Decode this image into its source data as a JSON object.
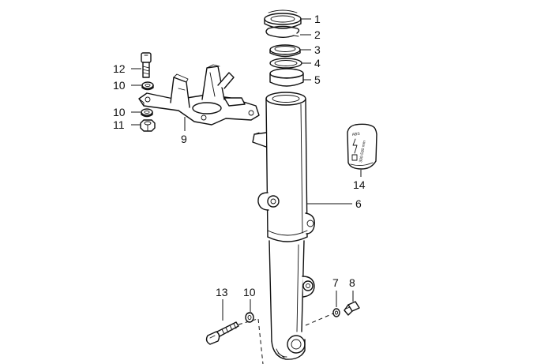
{
  "callouts": [
    {
      "id": "1",
      "label": "1"
    },
    {
      "id": "2",
      "label": "2"
    },
    {
      "id": "3",
      "label": "3"
    },
    {
      "id": "4",
      "label": "4"
    },
    {
      "id": "5",
      "label": "5"
    },
    {
      "id": "6",
      "label": "6"
    },
    {
      "id": "7",
      "label": "7"
    },
    {
      "id": "8",
      "label": "8"
    },
    {
      "id": "9",
      "label": "9"
    },
    {
      "id": "10a",
      "label": "10"
    },
    {
      "id": "10b",
      "label": "10"
    },
    {
      "id": "10c",
      "label": "10"
    },
    {
      "id": "11",
      "label": "11"
    },
    {
      "id": "12",
      "label": "12"
    },
    {
      "id": "13",
      "label": "13"
    },
    {
      "id": "14",
      "label": "14"
    }
  ],
  "oil_bottle": {
    "brand": "ABS",
    "volume": "300-530 mm"
  },
  "colors": {
    "line": "#111111",
    "background": "#ffffff",
    "shade": "#555555"
  }
}
